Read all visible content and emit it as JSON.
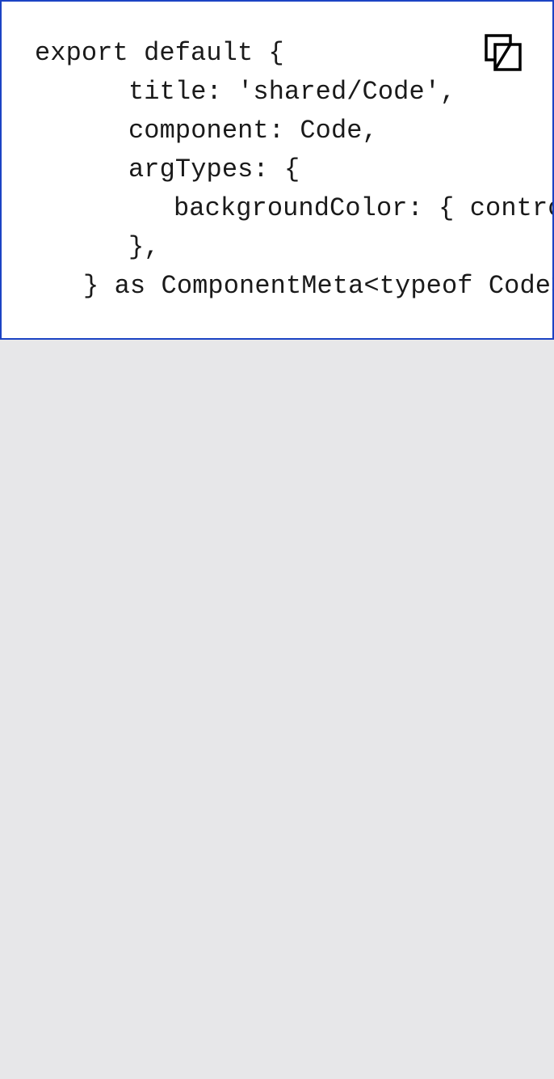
{
  "code_block": {
    "lines": [
      "export default {",
      "title: 'shared/Code',",
      "component: Code,",
      "argTypes: {",
      "backgroundColor: { control: 'color' },",
      "},",
      "} as ComponentMeta<typeof Code>;"
    ],
    "copy_icon": "copy-icon"
  },
  "colors": {
    "page_background": "#e7e7e9",
    "code_background": "#ffffff",
    "code_border": "#1b43c4",
    "code_text": "#1a1a1a",
    "icon": "#000000"
  }
}
